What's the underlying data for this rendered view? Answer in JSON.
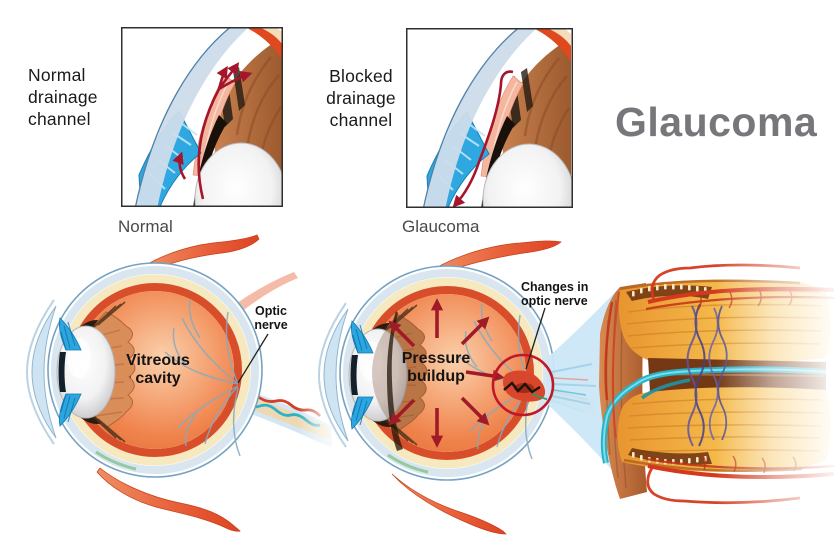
{
  "title": "Glaucoma",
  "panels": {
    "normal": {
      "heading": "Normal\ndrainage\nchannel",
      "caption": "Normal"
    },
    "blocked": {
      "heading": "Blocked\ndrainage\nchannel",
      "caption": "Glaucoma"
    }
  },
  "eyes": {
    "left": {
      "cavity_label": "Vitreous\ncavity",
      "nerve_label": "Optic\nnerve"
    },
    "right": {
      "pressure_label": "Pressure\nbuildup",
      "nerve_label": "Changes in\noptic nerve"
    }
  },
  "colors": {
    "title_gray": "#77777b",
    "caption_gray": "#4a4a4c",
    "drain_arrow_red": "#a5152c",
    "pressure_arrow_red": "#a01b28",
    "annotation_circle_red": "#c01828",
    "cone_blue": "#cbe7f7",
    "eye_interior_orange": "#ee8049",
    "sclera_blue": "#76a2c0",
    "nerve_yellow": "#f2a93c",
    "vessel_red": "#d5391d",
    "vessel_teal": "#28b2c8"
  }
}
